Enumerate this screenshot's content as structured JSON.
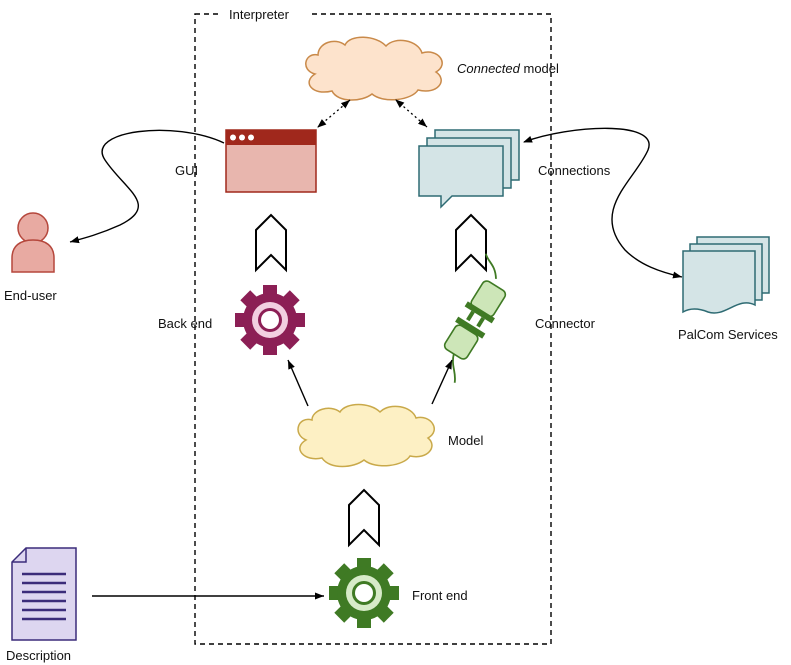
{
  "boundary": {
    "label": "Interpreter"
  },
  "connected_model": {
    "label_italic": "Connected",
    "label_rest": " model"
  },
  "gui": {
    "label": "GUI"
  },
  "connections": {
    "label": "Connections"
  },
  "end_user": {
    "label": "End-user"
  },
  "palcom": {
    "label": "PalCom Services"
  },
  "back_end": {
    "label": "Back end"
  },
  "connector": {
    "label": "Connector"
  },
  "model": {
    "label": "Model"
  },
  "front_end": {
    "label": "Front end"
  },
  "description": {
    "label": "Description"
  },
  "colors": {
    "connected_cloud_fill": "#fde3cc",
    "connected_cloud_stroke": "#c98a4a",
    "model_cloud_fill": "#fdf0c4",
    "model_cloud_stroke": "#c9a94a",
    "gui_window_fill": "#e8b6ae",
    "gui_titlebar": "#a0281c",
    "connections_fill": "#d4e4e6",
    "connections_stroke": "#2e6b73",
    "end_user_fill": "#e8aaa2",
    "end_user_stroke": "#b5473c",
    "back_end_gear": "#8c1f55",
    "front_end_gear": "#3f7a24",
    "connector_plug": "#3f7a24",
    "description_fill": "#ddd6f0",
    "description_stroke": "#3b2c7a"
  }
}
